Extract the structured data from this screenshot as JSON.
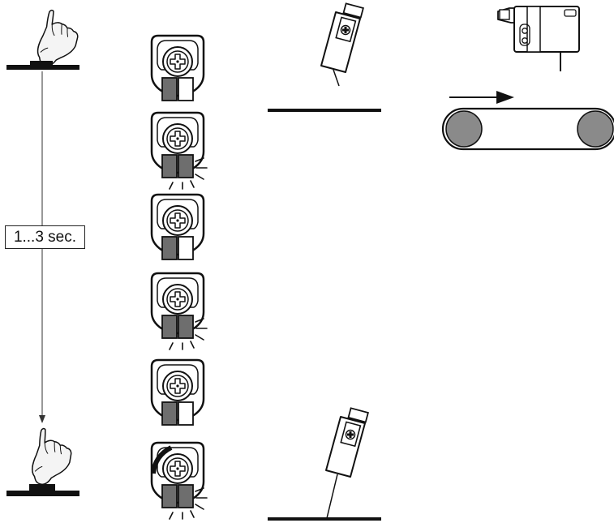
{
  "timeline": {
    "duration_label": "1...3 sec."
  },
  "colors": {
    "stroke": "#111111",
    "led_on": "#6e6e6e",
    "roller": "#8a8a8a",
    "hand_fill": "#f4f4f4"
  },
  "indicator_states": [
    {
      "step": 1,
      "led": "steady"
    },
    {
      "step": 2,
      "led": "flashing"
    },
    {
      "step": 3,
      "led": "steady"
    },
    {
      "step": 4,
      "led": "flashing"
    },
    {
      "step": 5,
      "led": "steady"
    },
    {
      "step": 6,
      "led": "flashing",
      "dial_marked": true
    }
  ],
  "icons": [
    "finger-press-icon",
    "teach-button-icon",
    "sensor-icon",
    "conveyor-icon",
    "motion-arrow-icon"
  ]
}
